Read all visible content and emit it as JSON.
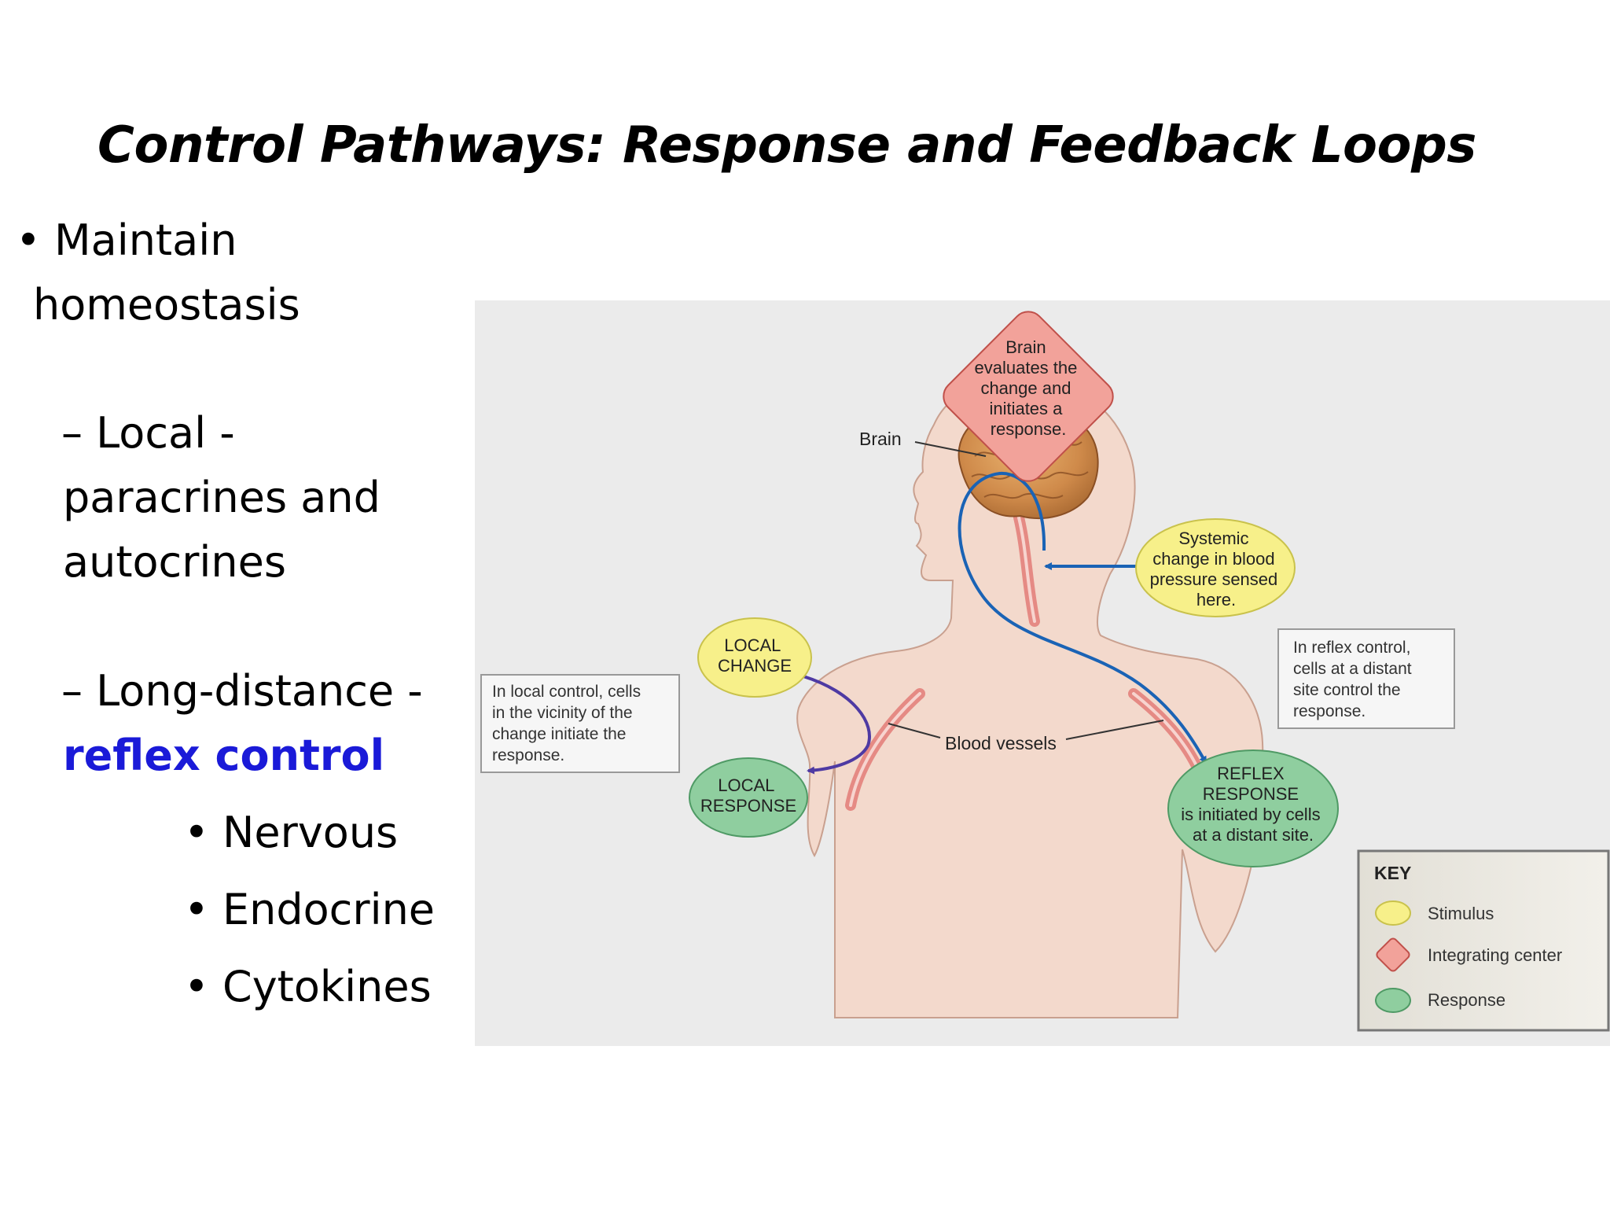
{
  "slide": {
    "title": "Control Pathways: Response and Feedback Loops",
    "bullets": {
      "b1_line1": "• Maintain",
      "b1_line2": "homeostasis",
      "b2_line1": "– Local -",
      "b2_line2": "paracrines and",
      "b2_line3": "autocrines",
      "b3_line1": "– Long-distance -",
      "b3_line2": "reflex control",
      "sub1": "• Nervous",
      "sub2": "• Endocrine",
      "sub3": "• Cytokines"
    }
  },
  "diagram": {
    "brain_box": [
      "Brain",
      "evaluates the",
      "change and",
      "initiates a",
      "response."
    ],
    "brain_label": "Brain",
    "systemic": [
      "Systemic",
      "change in blood",
      "pressure sensed",
      "here."
    ],
    "local_change": [
      "LOCAL",
      "CHANGE"
    ],
    "local_response": [
      "LOCAL",
      "RESPONSE"
    ],
    "local_note": [
      "In local control, cells",
      "in the vicinity of the",
      "change initiate the",
      "response."
    ],
    "reflex_note": [
      "In reflex control,",
      "cells at a distant",
      "site control the",
      "response."
    ],
    "blood_vessels": "Blood vessels",
    "reflex_response": [
      "REFLEX",
      "RESPONSE",
      "is initiated by cells",
      "at a distant site."
    ],
    "key": {
      "title": "KEY",
      "stimulus": "Stimulus",
      "integrating": "Integrating center",
      "response": "Response"
    },
    "colors": {
      "background": "#ebebeb",
      "body": "#f3d9cc",
      "body_outline": "#c9a08f",
      "stimulus": "#f7f08a",
      "integrating": "#f2a29a",
      "response": "#8fce9f",
      "nerve_path": "#1a63b5",
      "local_path": "#4e3aa3"
    }
  }
}
